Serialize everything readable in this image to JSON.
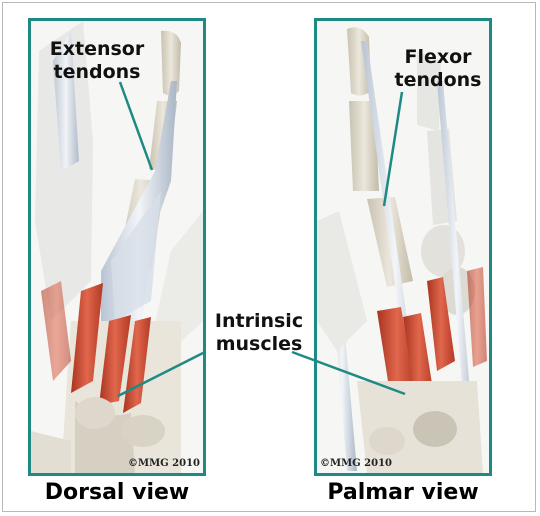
{
  "labels": {
    "extensor": "Extensor\ntendons",
    "flexor": "Flexor\ntendons",
    "intrinsic": "Intrinsic\nmuscles"
  },
  "captions": {
    "dorsal": "Dorsal view",
    "palmar": "Palmar view"
  },
  "copyright": {
    "dorsal": "©MMG 2010",
    "palmar": "©MMG 2010"
  },
  "colors": {
    "frame_border": "#1f8a83",
    "callout_line": "#1f8a83",
    "bone": "#e3ddd0",
    "muscle": "#d4553c",
    "tendon": "#cfd8e2"
  }
}
